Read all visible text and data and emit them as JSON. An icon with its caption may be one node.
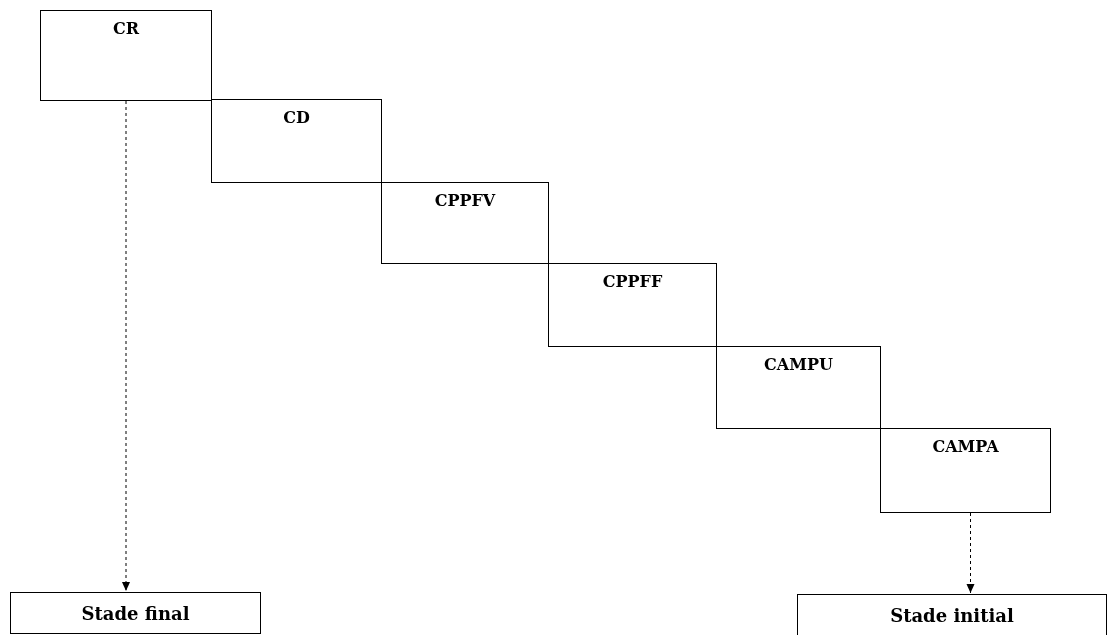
{
  "diagram": {
    "nodes": [
      {
        "text": [
          "CR"
        ]
      },
      {
        "text": [
          "CD"
        ]
      },
      {
        "text": [
          "CPPFV"
        ]
      },
      {
        "text": [
          "CPPFF"
        ]
      },
      {
        "text": [
          "CAMPU"
        ]
      },
      {
        "text": [
          "CAMPA"
        ]
      },
      {
        "text": [
          "Stade final"
        ]
      },
      {
        "text": [
          "Stade initial"
        ]
      }
    ],
    "edges": [
      {
        "from": 0,
        "to": 6,
        "arrow": "to",
        "style": "dashed"
      },
      {
        "from": 5,
        "to": 7,
        "arrow": "to",
        "style": "dashed"
      }
    ]
  }
}
